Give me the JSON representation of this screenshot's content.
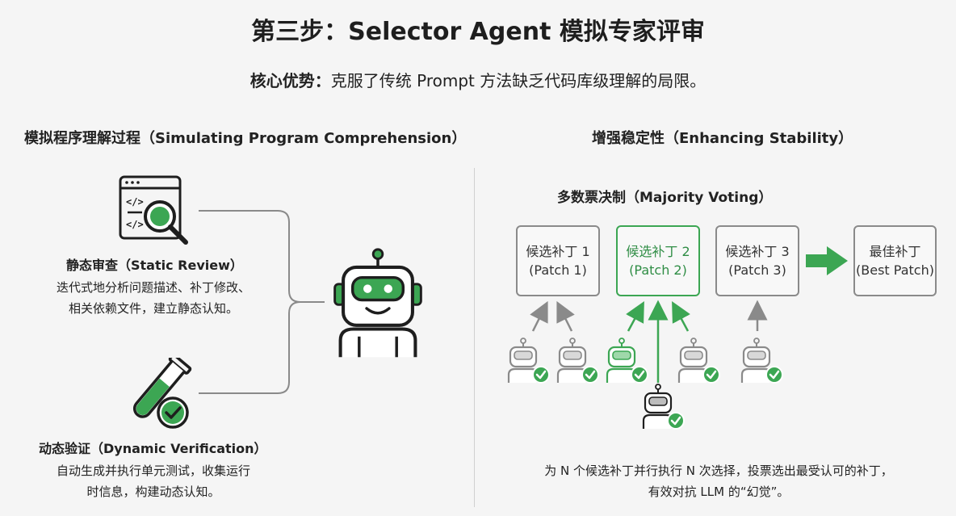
{
  "header": {
    "title": "第三步：Selector Agent 模拟专家评审",
    "subtitle_bold": "核心优势：",
    "subtitle_text": "克服了传统 Prompt 方法缺乏代码库级理解的局限。"
  },
  "left": {
    "heading": "模拟程序理解过程（Simulating Program Comprehension）",
    "static": {
      "title": "静态审查（Static Review）",
      "desc_line1": "迭代式地分析问题描述、补丁修改、",
      "desc_line2": "相关依赖文件，建立静态认知。"
    },
    "dynamic": {
      "title": "动态验证（Dynamic Verification）",
      "desc_line1": "自动生成并执行单元测试，收集运行",
      "desc_line2": "时信息，构建动态认知。"
    }
  },
  "right": {
    "heading": "增强稳定性（Enhancing Stability）",
    "voting_title": "多数票决制（Majority Voting）",
    "patches": [
      {
        "line1": "候选补丁 1",
        "line2": "(Patch 1)"
      },
      {
        "line1": "候选补丁 2",
        "line2": "(Patch 2)"
      },
      {
        "line1": "候选补丁 3",
        "line2": "(Patch 3)"
      }
    ],
    "best": {
      "line1": "最佳补丁",
      "line2": "(Best Patch)"
    },
    "footer_line1": "为 N 个候选补丁并行执行 N 次选择，投票选出最受认可的补丁，",
    "footer_line2": "有效对抗 LLM 的“幻觉”。"
  },
  "colors": {
    "accent_green": "#3ca653",
    "gray": "#8a8a8a",
    "dark": "#1e1e1e"
  },
  "icons": [
    "code-magnifier-icon",
    "test-tube-check-icon",
    "robot-icon",
    "check-badge-icon",
    "arrow-right-icon"
  ]
}
